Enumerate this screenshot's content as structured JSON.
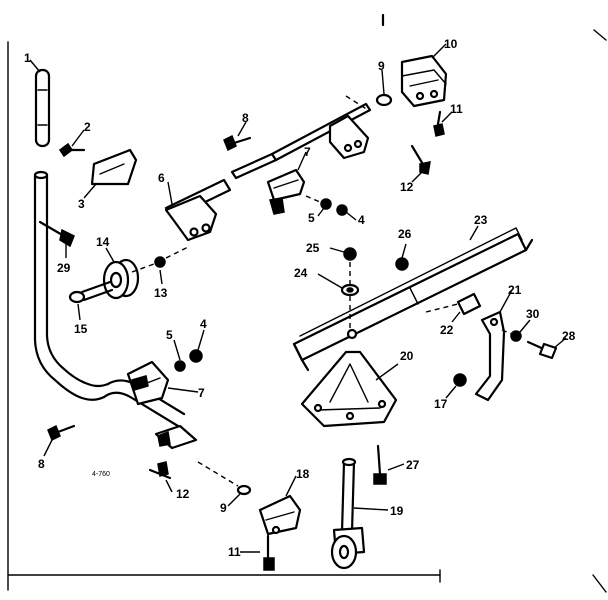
{
  "callouts": {
    "c1": "1",
    "c2": "2",
    "c3": "3",
    "c4a": "4",
    "c4b": "4",
    "c5a": "5",
    "c5b": "5",
    "c6": "6",
    "c7a": "7",
    "c7b": "7",
    "c8a": "8",
    "c8b": "8",
    "c9a": "9",
    "c9b": "9",
    "c10": "10",
    "c11a": "11",
    "c11b": "11",
    "c12a": "12",
    "c12b": "12",
    "c13": "13",
    "c14": "14",
    "c15": "15",
    "c17": "17",
    "c18": "18",
    "c19": "19",
    "c20": "20",
    "c21": "21",
    "c22": "22",
    "c23": "23",
    "c24": "24",
    "c25": "25",
    "c26": "26",
    "c27": "27",
    "c28": "28",
    "c29": "29",
    "c30": "30"
  },
  "figure_code": "4-760"
}
